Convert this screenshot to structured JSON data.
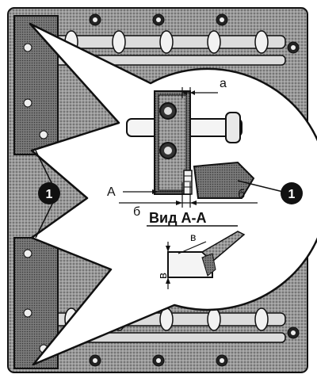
{
  "labels": {
    "a": "а",
    "A": "А",
    "b_left": "б",
    "b_right": "б",
    "view": "Вид А-А",
    "v_small": "в",
    "v_side": "в"
  },
  "callouts": [
    {
      "number": "1"
    },
    {
      "number": "1"
    }
  ],
  "colors": {
    "ink": "#111111",
    "casting": "#8a8a8a",
    "casting_dark": "#4a4a4a",
    "paper": "#ffffff",
    "callout_fill": "#111111"
  }
}
